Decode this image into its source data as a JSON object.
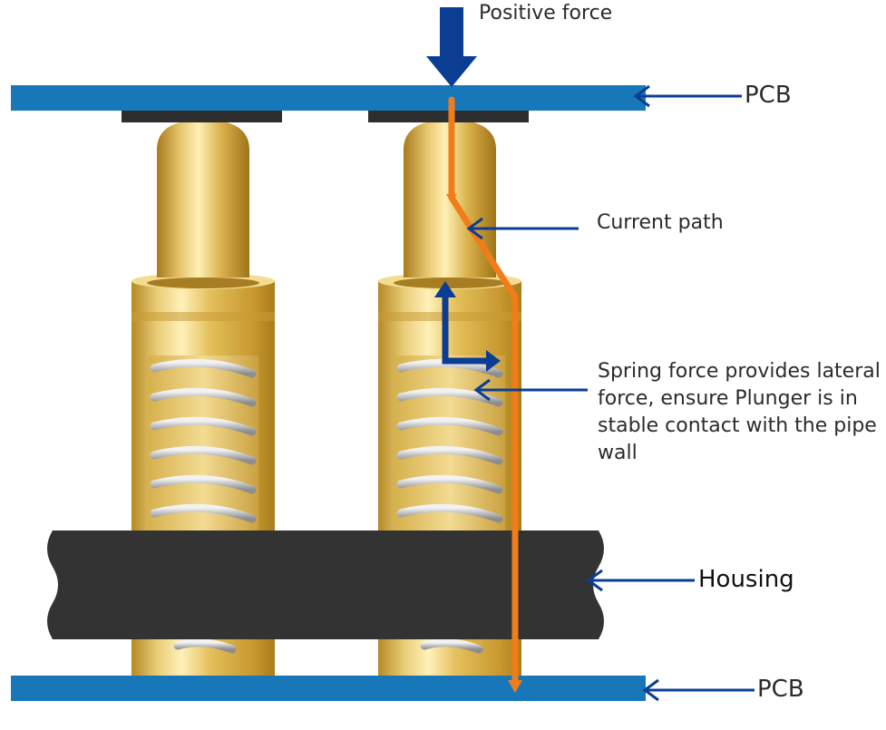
{
  "labels": {
    "positive_force": "Positive force",
    "pcb_top": "PCB",
    "current_path": "Current path",
    "spring_force": "Spring force provides lateral force, ensure Plunger is in stable contact with the pipe wall",
    "housing": "Housing",
    "pcb_bottom": "PCB"
  },
  "colors": {
    "pcb_blue": "#1877b8",
    "arrow_blue": "#0b3e93",
    "current_orange": "#f07d1a",
    "housing_dark": "#333333",
    "pad_dark": "#2e2e2e",
    "brass": "#e2c063",
    "spring_silver": "#c9c9c9"
  }
}
